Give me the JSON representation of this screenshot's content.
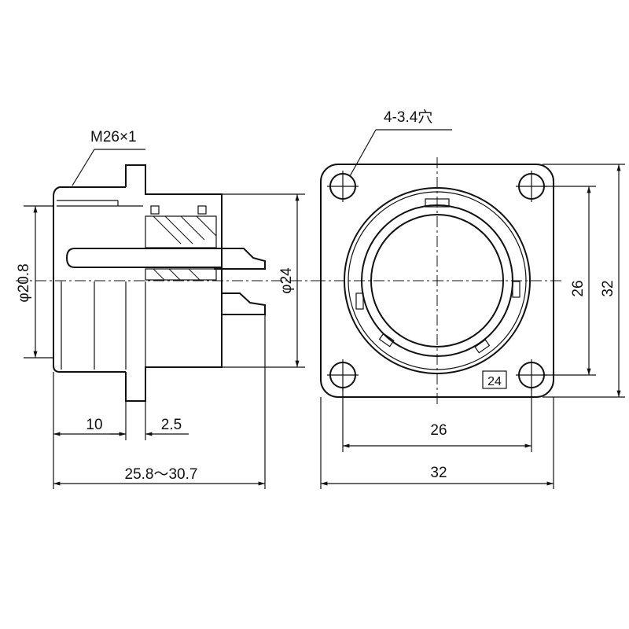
{
  "side_view": {
    "thread_label": "M26×1",
    "dia_body_label": "φ20.8",
    "dia_flange_label": "φ24",
    "dim_front_label": "10",
    "dim_flange_label": "2.5",
    "dim_total_label": "25.8～30.7"
  },
  "front_view": {
    "holes_label": "4-3.4穴",
    "pitch_v_label": "26",
    "size_v_label": "32",
    "pitch_h_label": "26",
    "size_h_label": "32",
    "shell_size_label": "24"
  }
}
